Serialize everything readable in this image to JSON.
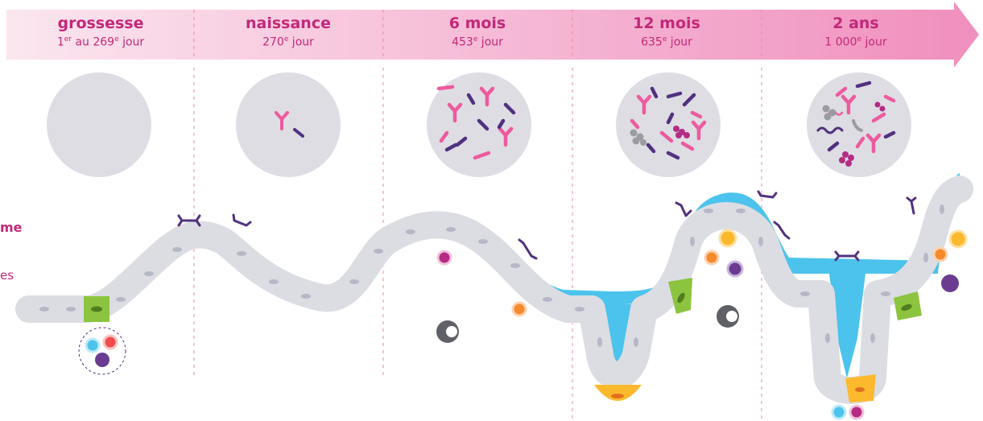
{
  "stages": [
    {
      "title": "grossesse",
      "day_prefix": "1",
      "day_sup1": "er",
      "day_mid": " au 269",
      "day_sup2": "e",
      "day_suffix": " jour"
    },
    {
      "title": "naissance",
      "day_prefix": "270",
      "day_sup1": "e",
      "day_mid": " jour",
      "day_sup2": "",
      "day_suffix": ""
    },
    {
      "title": "6 mois",
      "day_prefix": "453",
      "day_sup1": "e",
      "day_mid": " jour",
      "day_sup2": "",
      "day_suffix": ""
    },
    {
      "title": "12 mois",
      "day_prefix": "635",
      "day_sup1": "e",
      "day_mid": " jour",
      "day_sup2": "",
      "day_suffix": ""
    },
    {
      "title": "2 ans",
      "day_prefix": "1 000",
      "day_sup1": "e",
      "day_mid": " jour",
      "day_sup2": "",
      "day_suffix": ""
    }
  ],
  "side_fragments": {
    "line1": "me",
    "line2": "es"
  },
  "colors": {
    "arrow_start": "#fbe4ee",
    "arrow_end": "#f08fbd",
    "text": "#c2287a",
    "circle": "#dedde4",
    "epithelium": "#dcdde2",
    "cell_border": "#ffffff",
    "nucleus": "#b4b8c6",
    "mucus": "#4cc3ec",
    "goblet": "#8dc43f",
    "paneth": "#fdb92e",
    "microbe_pink": "#ee5a9e",
    "microbe_purple": "#51317f",
    "microbe_magenta": "#b42c84",
    "microbe_grey": "#9b9ba2"
  },
  "icons": [
    "timeline-arrow",
    "microbiota-circle",
    "y-bacterium-icon",
    "rod-bacterium-icon",
    "immune-cell-icon",
    "dendritic-cell-icon",
    "antibody-icon",
    "goblet-cell",
    "paneth-cell"
  ]
}
